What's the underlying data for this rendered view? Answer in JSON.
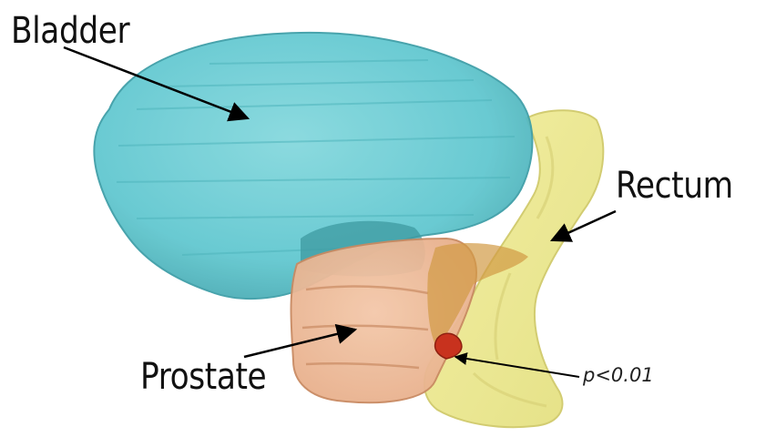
{
  "labels": {
    "bladder": "Bladder",
    "rectum": "Rectum",
    "prostate": "Prostate",
    "significance": "p<0.01"
  },
  "colors": {
    "bladder": "#62c8d0",
    "bladder_dark": "#3f9fa8",
    "rectum": "#eae78a",
    "rectum_dark": "#c9c35a",
    "prostate": "#edb896",
    "prostate_dark": "#c98a62",
    "overlap": "#d3a04a",
    "significant_region": "#c8321e",
    "arrow": "#000000"
  }
}
